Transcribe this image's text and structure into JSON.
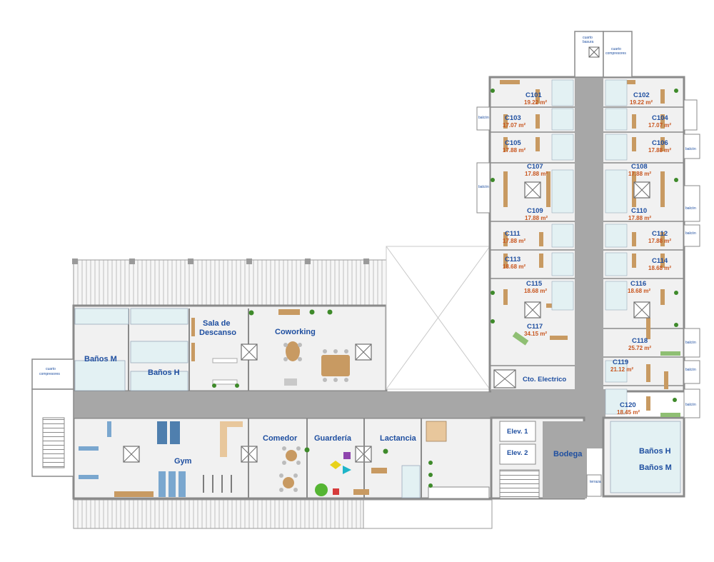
{
  "floor_plan": {
    "labels": {
      "banos_m_west": "Baños M",
      "banos_h_west": "Baños H",
      "sala_descanso_1": "Sala de",
      "sala_descanso_2": "Descanso",
      "coworking": "Coworking",
      "gym": "Gym",
      "comedor": "Comedor",
      "guarderia": "Guardería",
      "lactancia": "Lactancia",
      "elev1": "Elev. 1",
      "elev2": "Elev. 2",
      "bodega": "Bodega",
      "cto_electrico": "Cto. Electrico",
      "banos_h_east": "Baños H",
      "banos_m_east": "Baños M",
      "cuarto_compresores_west_1": "cuarto",
      "cuarto_compresores_west_2": "compresores",
      "cuarto_basura_1": "cuarto",
      "cuarto_basura_2": "basura",
      "cuarto_compresores_north_1": "cuarto",
      "cuarto_compresores_north_2": "compresores",
      "terraza": "terraza",
      "balcon": "balcón"
    },
    "rooms": [
      {
        "code": "C101",
        "area": "19.22 m²"
      },
      {
        "code": "C102",
        "area": "19.22 m²"
      },
      {
        "code": "C103",
        "area": "17.07 m²"
      },
      {
        "code": "C104",
        "area": "17.07 m²"
      },
      {
        "code": "C105",
        "area": "17.88 m²"
      },
      {
        "code": "C106",
        "area": "17.88 m²"
      },
      {
        "code": "C107",
        "area": "17.88 m²"
      },
      {
        "code": "C108",
        "area": "17.88 m²"
      },
      {
        "code": "C109",
        "area": "17.88 m²"
      },
      {
        "code": "C110",
        "area": "17.88 m²"
      },
      {
        "code": "C111",
        "area": "17.88 m²"
      },
      {
        "code": "C112",
        "area": "17.88 m²"
      },
      {
        "code": "C113",
        "area": "18.68 m²"
      },
      {
        "code": "C114",
        "area": "18.68 m²"
      },
      {
        "code": "C115",
        "area": "18.68 m²"
      },
      {
        "code": "C116",
        "area": "18.68 m²"
      },
      {
        "code": "C117",
        "area": "34.15 m²"
      },
      {
        "code": "C118",
        "area": "25.72 m²"
      },
      {
        "code": "C119",
        "area": "21.12 m²"
      },
      {
        "code": "C120",
        "area": "18.45 m²"
      }
    ],
    "colors": {
      "wall": "#9a9a9a",
      "corridor": "#a7a7a7",
      "floor": "#f1f1f1",
      "wet_area": "#e3f1f3",
      "label": "#1f4fa0",
      "area_text": "#c8551e",
      "desk": "#c89a62",
      "plant": "#3e8a2a",
      "furniture": "#c9c9c9"
    }
  }
}
